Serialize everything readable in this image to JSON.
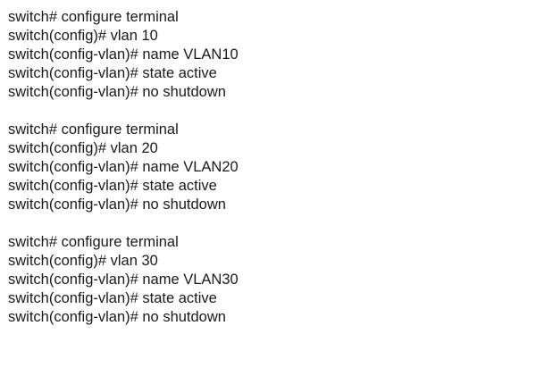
{
  "blocks": [
    {
      "lines": [
        "switch# configure terminal",
        "switch(config)# vlan 10",
        "switch(config-vlan)# name VLAN10",
        "switch(config-vlan)# state active",
        "switch(config-vlan)# no shutdown"
      ]
    },
    {
      "lines": [
        "switch# configure terminal",
        "switch(config)# vlan 20",
        "switch(config-vlan)# name VLAN20",
        "switch(config-vlan)# state active",
        "switch(config-vlan)# no shutdown"
      ]
    },
    {
      "lines": [
        "switch# configure terminal",
        "switch(config)# vlan 30",
        "switch(config-vlan)# name VLAN30",
        "switch(config-vlan)# state active",
        "switch(config-vlan)# no shutdown"
      ]
    }
  ]
}
